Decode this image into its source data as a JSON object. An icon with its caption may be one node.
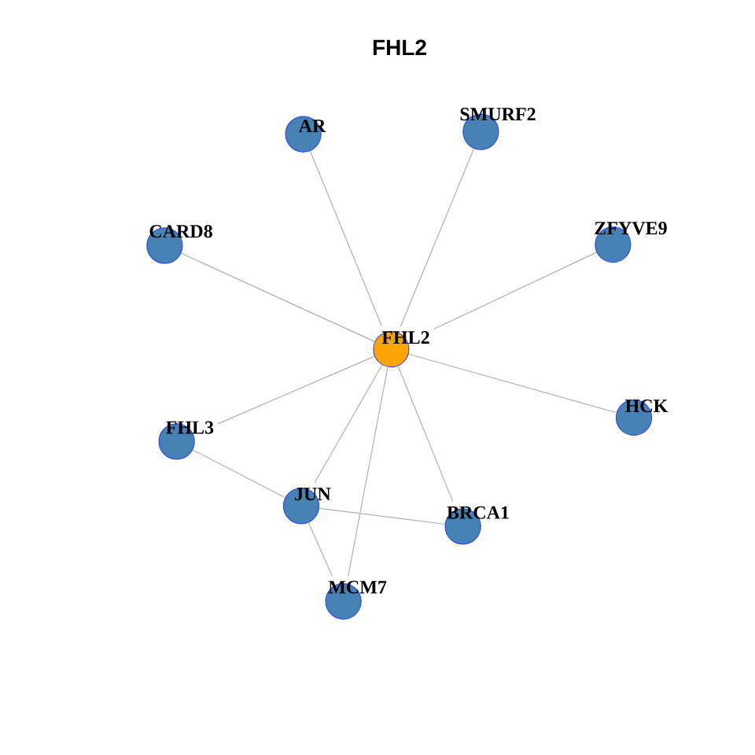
{
  "diagram": {
    "title": "FHL2",
    "nodes": [
      {
        "text": [
          "AR"
        ]
      },
      {
        "text": [
          "SMURF2"
        ]
      },
      {
        "text": [
          "CARD8"
        ]
      },
      {
        "text": [
          "ZFYVE9"
        ]
      },
      {
        "text": [
          "FHL2"
        ]
      },
      {
        "text": [
          "HCK"
        ]
      },
      {
        "text": [
          "FHL3"
        ]
      },
      {
        "text": [
          "JUN"
        ]
      },
      {
        "text": [
          "BRCA1"
        ]
      },
      {
        "text": [
          "MCM7"
        ]
      }
    ],
    "edges": [
      {
        "from": 4,
        "to": 0,
        "arrow": "none"
      },
      {
        "from": 4,
        "to": 1,
        "arrow": "none"
      },
      {
        "from": 4,
        "to": 2,
        "arrow": "none"
      },
      {
        "from": 4,
        "to": 3,
        "arrow": "none"
      },
      {
        "from": 4,
        "to": 5,
        "arrow": "none"
      },
      {
        "from": 4,
        "to": 6,
        "arrow": "none"
      },
      {
        "from": 4,
        "to": 7,
        "arrow": "none"
      },
      {
        "from": 4,
        "to": 8,
        "arrow": "none"
      },
      {
        "from": 4,
        "to": 9,
        "arrow": "none"
      },
      {
        "from": 6,
        "to": 7,
        "arrow": "none"
      },
      {
        "from": 7,
        "to": 8,
        "arrow": "none"
      },
      {
        "from": 7,
        "to": 9,
        "arrow": "none"
      }
    ]
  }
}
